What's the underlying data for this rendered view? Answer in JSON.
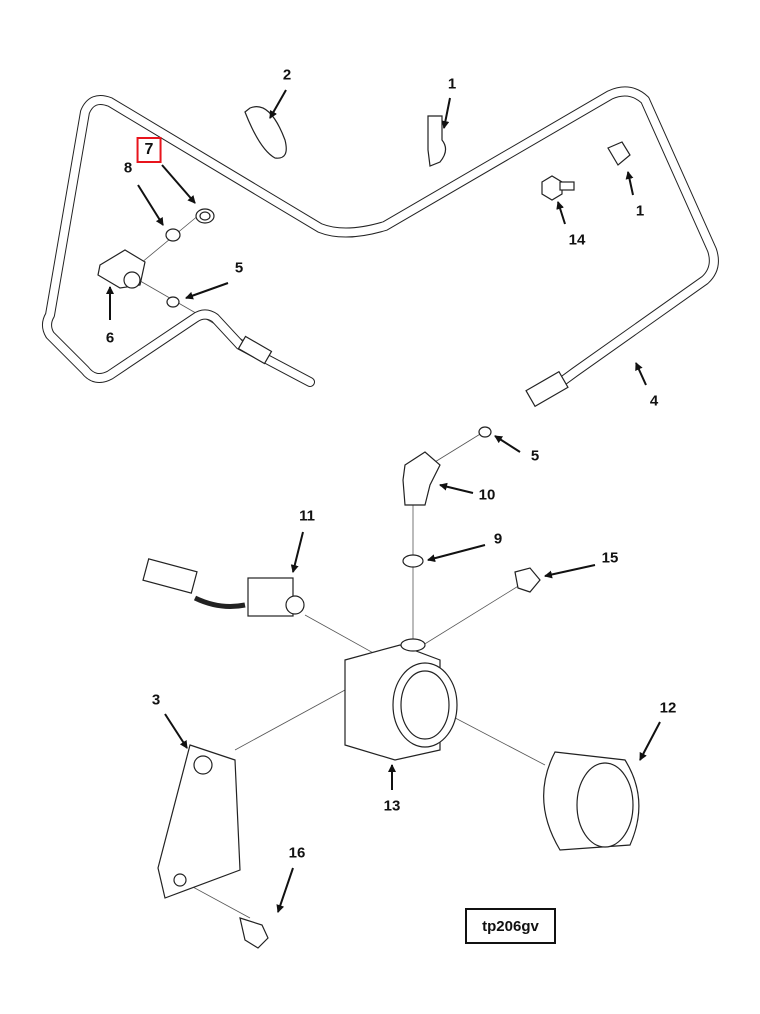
{
  "diagram": {
    "callouts": [
      {
        "id": "2",
        "label": "2",
        "highlighted": false
      },
      {
        "id": "1a",
        "label": "1",
        "highlighted": false
      },
      {
        "id": "7",
        "label": "7",
        "highlighted": true
      },
      {
        "id": "8",
        "label": "8",
        "highlighted": false
      },
      {
        "id": "5a",
        "label": "5",
        "highlighted": false
      },
      {
        "id": "6",
        "label": "6",
        "highlighted": false
      },
      {
        "id": "1b",
        "label": "1",
        "highlighted": false
      },
      {
        "id": "14",
        "label": "14",
        "highlighted": false
      },
      {
        "id": "4",
        "label": "4",
        "highlighted": false
      },
      {
        "id": "5b",
        "label": "5",
        "highlighted": false
      },
      {
        "id": "10",
        "label": "10",
        "highlighted": false
      },
      {
        "id": "11",
        "label": "11",
        "highlighted": false
      },
      {
        "id": "9",
        "label": "9",
        "highlighted": false
      },
      {
        "id": "15",
        "label": "15",
        "highlighted": false
      },
      {
        "id": "3",
        "label": "3",
        "highlighted": false
      },
      {
        "id": "12",
        "label": "12",
        "highlighted": false
      },
      {
        "id": "13",
        "label": "13",
        "highlighted": false
      },
      {
        "id": "16",
        "label": "16",
        "highlighted": false
      }
    ],
    "figure_id": "tp206gv",
    "highlight_color": "#e8141c"
  }
}
